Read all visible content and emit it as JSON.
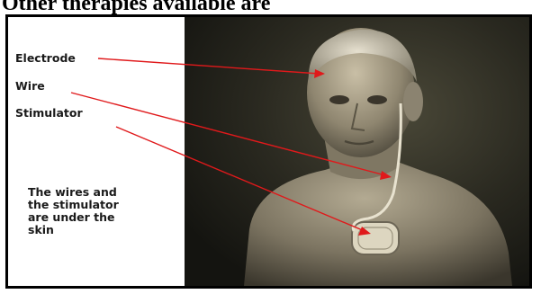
{
  "heading": "Other therapies available are",
  "labels": {
    "electrode": "Electrode",
    "wire": "Wire",
    "stimulator": "Stimulator"
  },
  "caption": [
    "The wires and",
    "the stimulator",
    "are under the",
    "skin"
  ],
  "colors": {
    "arrow": "#e0191b",
    "panel": "#ffffff",
    "photo_dark": "#1c1b16",
    "frame": "#000000"
  }
}
